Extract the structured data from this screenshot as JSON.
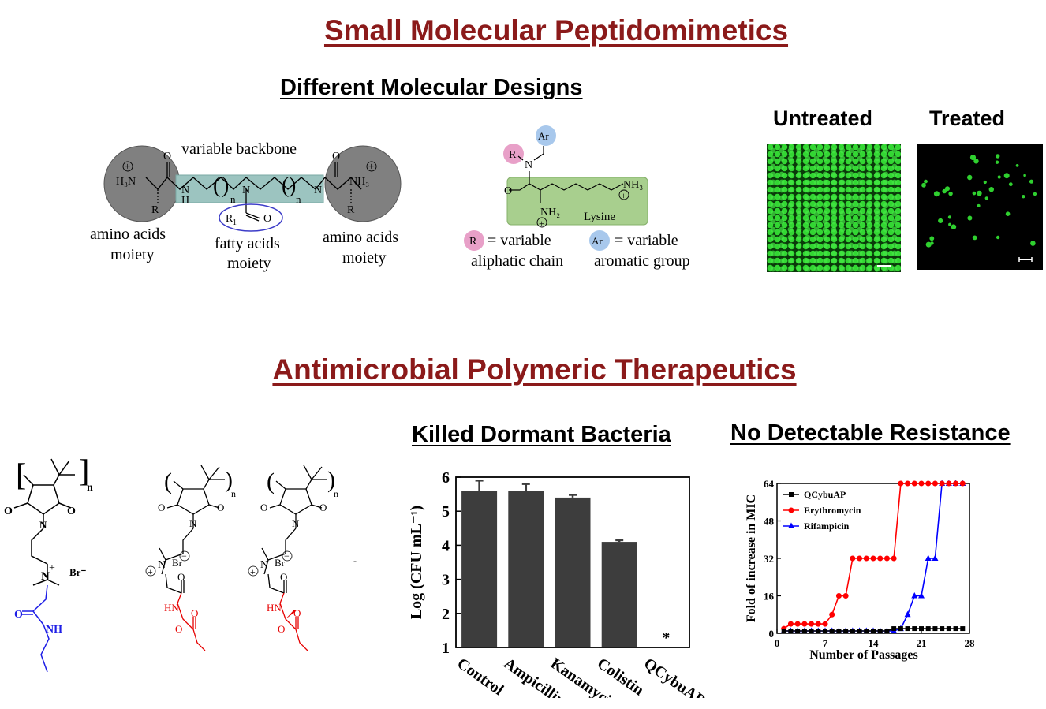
{
  "top": {
    "title": "Small Molecular Peptidomimetics",
    "designs_title": "Different Molecular Designs",
    "mol1": {
      "backbone_label": "variable backbone",
      "amino_left_1": "amino acids",
      "amino_left_2": "moiety",
      "fatty_1": "fatty acids",
      "fatty_2": "moiety",
      "amino_right_1": "amino acids",
      "amino_right_2": "moiety",
      "h3n": "H₃N",
      "nh3": "NH₃",
      "r": "R",
      "r1": "R",
      "r1_sub": "1",
      "o": "O",
      "n": "N",
      "h": "H",
      "plus": "+",
      "n_repeat": "n"
    },
    "mol2": {
      "r_badge": "R",
      "ar_badge": "Ar",
      "n": "N",
      "o": "O",
      "nh2": "NH₂",
      "nh3": "NH₃",
      "plus": "+",
      "lysine": "Lysine",
      "legend_r_1": "= variable",
      "legend_r_2": "aliphatic chain",
      "legend_ar_1": "= variable",
      "legend_ar_2": "aromatic group"
    },
    "images": {
      "untreated": "Untreated",
      "treated": "Treated"
    }
  },
  "bottom": {
    "title": "Antimicrobial Polymeric Therapeutics",
    "polymers": {
      "n": "n",
      "o": "O",
      "nitrogen": "N",
      "br_minus": "Br⁻",
      "br": "Br",
      "plus": "+",
      "minus": "−",
      "nh": "NH",
      "hn": "HN",
      "dash": "-"
    },
    "bar_title": "Killed Dormant Bacteria",
    "resist_title": "No Detectable Resistance"
  },
  "chart_data": [
    {
      "type": "bar",
      "title": "Killed Dormant Bacteria",
      "ylabel": "Log (CFU mL⁻¹)",
      "xlabel": "",
      "categories": [
        "Control",
        "Ampicillin",
        "Kanamycin",
        "Colistin",
        "QCybuAP"
      ],
      "values": [
        5.6,
        5.6,
        5.4,
        4.1,
        1
      ],
      "errors": [
        0.3,
        0.2,
        0.08,
        0.05,
        0
      ],
      "annotation": "*",
      "ylim": [
        1,
        6
      ],
      "yticks": [
        "1",
        "2",
        "3",
        "4",
        "5",
        "6"
      ],
      "bar_color": "#3d3d3d"
    },
    {
      "type": "line",
      "title": "No Detectable Resistance",
      "xlabel": "Number of Passages",
      "ylabel": "Fold of increase in MIC",
      "xlim": [
        0,
        28
      ],
      "ylim": [
        0,
        64
      ],
      "xticks": [
        "0",
        "7",
        "14",
        "21",
        "28"
      ],
      "yticks": [
        "0",
        "16",
        "32",
        "48",
        "64"
      ],
      "legend_position": "top-left",
      "x": [
        1,
        2,
        3,
        4,
        5,
        6,
        7,
        8,
        9,
        10,
        11,
        12,
        13,
        14,
        15,
        16,
        17,
        18,
        19,
        20,
        21,
        22,
        23,
        24,
        25,
        26,
        27
      ],
      "series": [
        {
          "name": "QCybuAP",
          "color": "#000000",
          "marker": "square",
          "values": [
            1,
            1,
            1,
            1,
            1,
            1,
            1,
            1,
            1,
            1,
            1,
            1,
            1,
            1,
            1,
            1,
            2,
            2,
            2,
            2,
            2,
            2,
            2,
            2,
            2,
            2,
            2
          ]
        },
        {
          "name": "Erythromycin",
          "color": "#ff0000",
          "marker": "circle",
          "values": [
            2,
            4,
            4,
            4,
            4,
            4,
            4,
            8,
            16,
            16,
            32,
            32,
            32,
            32,
            32,
            32,
            32,
            64,
            64,
            64,
            64,
            64,
            64,
            64,
            64,
            64,
            64
          ]
        },
        {
          "name": "Rifampicin",
          "color": "#0000ff",
          "marker": "triangle",
          "values": [
            1,
            1,
            1,
            1,
            1,
            1,
            1,
            1,
            1,
            1,
            1,
            1,
            1,
            1,
            1,
            1,
            1,
            2,
            8,
            16,
            16,
            32,
            32,
            64,
            64,
            64,
            64
          ]
        }
      ]
    }
  ]
}
